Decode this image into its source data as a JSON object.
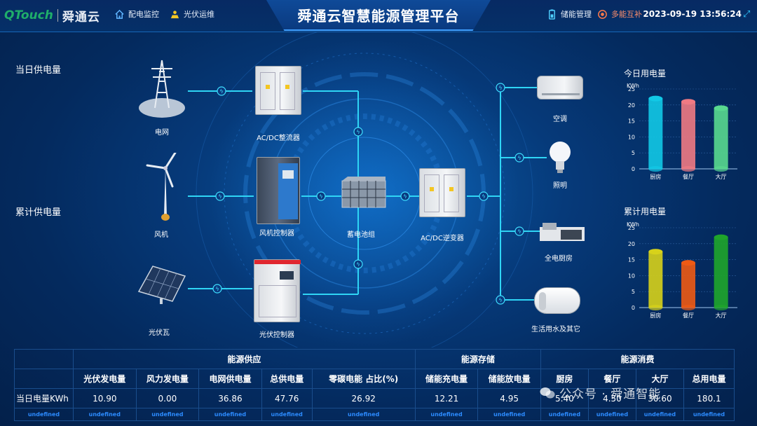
{
  "header": {
    "logo_q": "QTouch",
    "logo_cn": "舜通云",
    "nav_left": [
      {
        "label": "配电监控",
        "icon": "home-icon"
      },
      {
        "label": "光伏运维",
        "icon": "solar-icon"
      }
    ],
    "title": "舜通云智慧能源管理平台",
    "nav_right": [
      {
        "label": "储能管理",
        "icon": "battery-icon"
      },
      {
        "label": "多能互补",
        "icon": "energy-icon"
      }
    ],
    "datetime": "2023-09-19 13:56:24"
  },
  "side_labels": {
    "daily_supply": "当日供电量",
    "total_supply": "累计供电量"
  },
  "devices": {
    "grid": "电网",
    "rectifier": "AC/DC整流器",
    "wind": "风机",
    "wind_ctrl": "风机控制器",
    "battery": "蓄电池组",
    "inverter": "AC/DC逆变器",
    "pv": "光伏瓦",
    "pv_ctrl": "光伏控制器",
    "ac": "空调",
    "light": "照明",
    "kitchen": "全电厨房",
    "water": "生活用水及其它"
  },
  "chart_data": [
    {
      "type": "bar",
      "title": "今日用电量",
      "ylabel": "KWh",
      "categories": [
        "厨房",
        "餐厅",
        "大厅"
      ],
      "values": [
        22,
        21,
        19
      ],
      "ylim": [
        0,
        25
      ],
      "yticks": [
        0,
        5,
        10,
        15,
        20,
        25
      ],
      "colors": [
        "#12c9e6",
        "#f07a83",
        "#59d98f"
      ]
    },
    {
      "type": "bar",
      "title": "累计用电量",
      "ylabel": "KWh",
      "categories": [
        "厨房",
        "餐厅",
        "大厅"
      ],
      "values": [
        17.5,
        14,
        22
      ],
      "ylim": [
        0,
        25
      ],
      "yticks": [
        0,
        5,
        10,
        15,
        20,
        25
      ],
      "colors": [
        "#d7d21a",
        "#ee5a14",
        "#1fa52b"
      ]
    }
  ],
  "table": {
    "groups": [
      {
        "label": "能源供应",
        "span": 5
      },
      {
        "label": "能源存储",
        "span": 2
      },
      {
        "label": "能源消费",
        "span": 4
      }
    ],
    "columns": [
      "光伏发电量",
      "风力发电量",
      "电网供电量",
      "总供电量",
      "零碳电能 占比(%)",
      "储能充电量",
      "储能放电量",
      "厨房",
      "餐厅",
      "大厅",
      "总用电量"
    ],
    "row_label": "当日电量KWh",
    "values": [
      "10.90",
      "0.00",
      "36.86",
      "47.76",
      "26.92",
      "12.21",
      "4.95",
      "5.40",
      "4.50",
      "30.60",
      "180.1"
    ],
    "undefined_text": "undefined"
  },
  "watermark": "公众号 · 舜通智能"
}
